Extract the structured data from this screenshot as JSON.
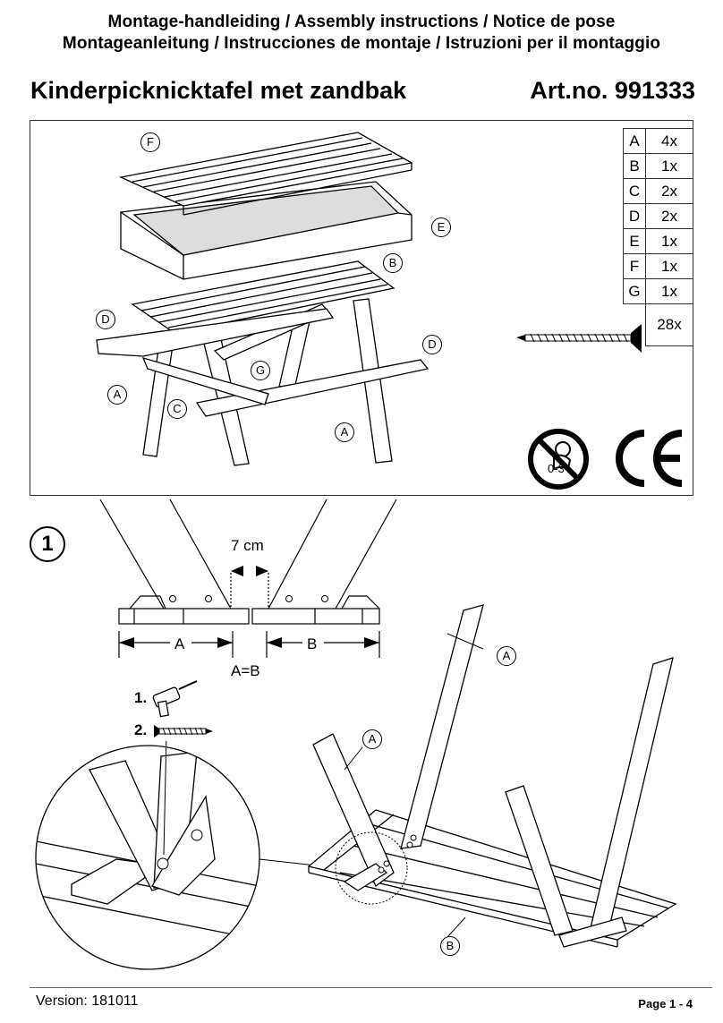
{
  "header": {
    "line1": "Montage-handleiding / Assembly instructions / Notice de pose",
    "line2": "Montageanleitung / Instrucciones de montaje / Istruzioni per il montaggio"
  },
  "product": {
    "name": "Kinderpicknicktafel met zandbak",
    "art_no": "Art.no. 991333"
  },
  "parts": [
    {
      "letter": "A",
      "qty": "4x"
    },
    {
      "letter": "B",
      "qty": "1x"
    },
    {
      "letter": "C",
      "qty": "2x"
    },
    {
      "letter": "D",
      "qty": "2x"
    },
    {
      "letter": "E",
      "qty": "1x"
    },
    {
      "letter": "F",
      "qty": "1x"
    },
    {
      "letter": "G",
      "qty": "1x"
    }
  ],
  "screw": {
    "qty": "28x"
  },
  "age_warning": "0-3",
  "ce_mark": "CE",
  "overview_labels": [
    "F",
    "E",
    "B",
    "D",
    "D",
    "G",
    "A",
    "C",
    "A"
  ],
  "step": {
    "number": "1",
    "dimension": "7 cm",
    "dim_a": "A",
    "dim_b": "B",
    "equation": "A=B",
    "tool_1": "1.",
    "tool_2": "2.",
    "labels": [
      "A",
      "A",
      "B"
    ]
  },
  "footer": {
    "version": "Version: 181011",
    "page": "Page 1 - 4"
  }
}
